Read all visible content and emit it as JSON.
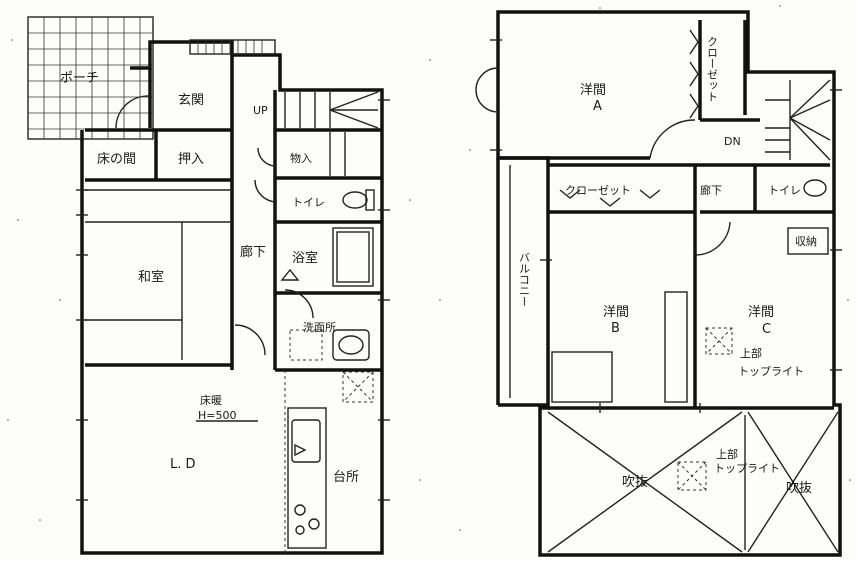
{
  "floor1": {
    "porch": "ポーチ",
    "entrance": "玄関",
    "up": "UP",
    "tokonoma": "床の間",
    "oshiire": "押入",
    "storage": "物入",
    "toilet": "トイレ",
    "hallway": "廊下",
    "washitsu": "和室",
    "bath": "浴室",
    "washroom": "洗面所",
    "floor_heating": "床暖",
    "height_note": "H=500",
    "ld": "L. D",
    "kitchen": "台所"
  },
  "floor2": {
    "room_a_label": "洋間",
    "room_a_letter": "A",
    "closet_v": "クローゼット",
    "dn": "DN",
    "closet": "クローゼット",
    "hallway": "廊下",
    "toilet": "トイレ",
    "storage": "収納",
    "balcony": "バルコニー",
    "room_b_label": "洋間",
    "room_b_letter": "B",
    "room_c_label": "洋間",
    "room_c_letter": "C",
    "upper_part": "上部",
    "toplight": "トップライト",
    "void_left": "吹抜",
    "void_right": "吹抜",
    "upper_part_2": "上部",
    "toplight_2": "トップライト"
  }
}
